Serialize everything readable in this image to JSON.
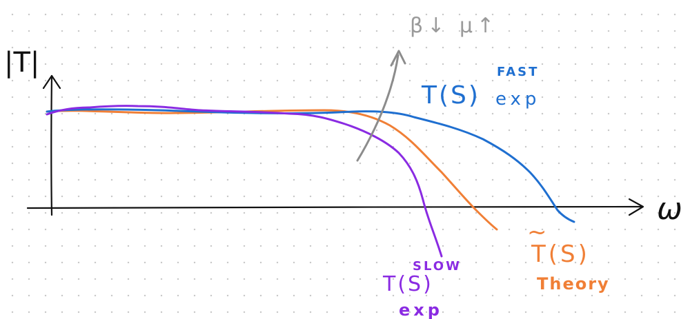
{
  "axes": {
    "y_label": "|T|",
    "x_label": "ω"
  },
  "arrow_annotation": {
    "text": "β↓  μ↑"
  },
  "curves": {
    "fast": {
      "main": "T(S)",
      "super": "FAST",
      "sub": "exp"
    },
    "theory": {
      "main": "T(S)",
      "accent": "~",
      "sub": "Theory"
    },
    "slow": {
      "main": "T(S)",
      "super": "SLOW",
      "sub": "exp"
    }
  },
  "colors": {
    "axis": "#111111",
    "fast": "#1f6fd0",
    "theory": "#f07f36",
    "slow": "#8a2be2",
    "arrow": "#8c8c8c"
  }
}
